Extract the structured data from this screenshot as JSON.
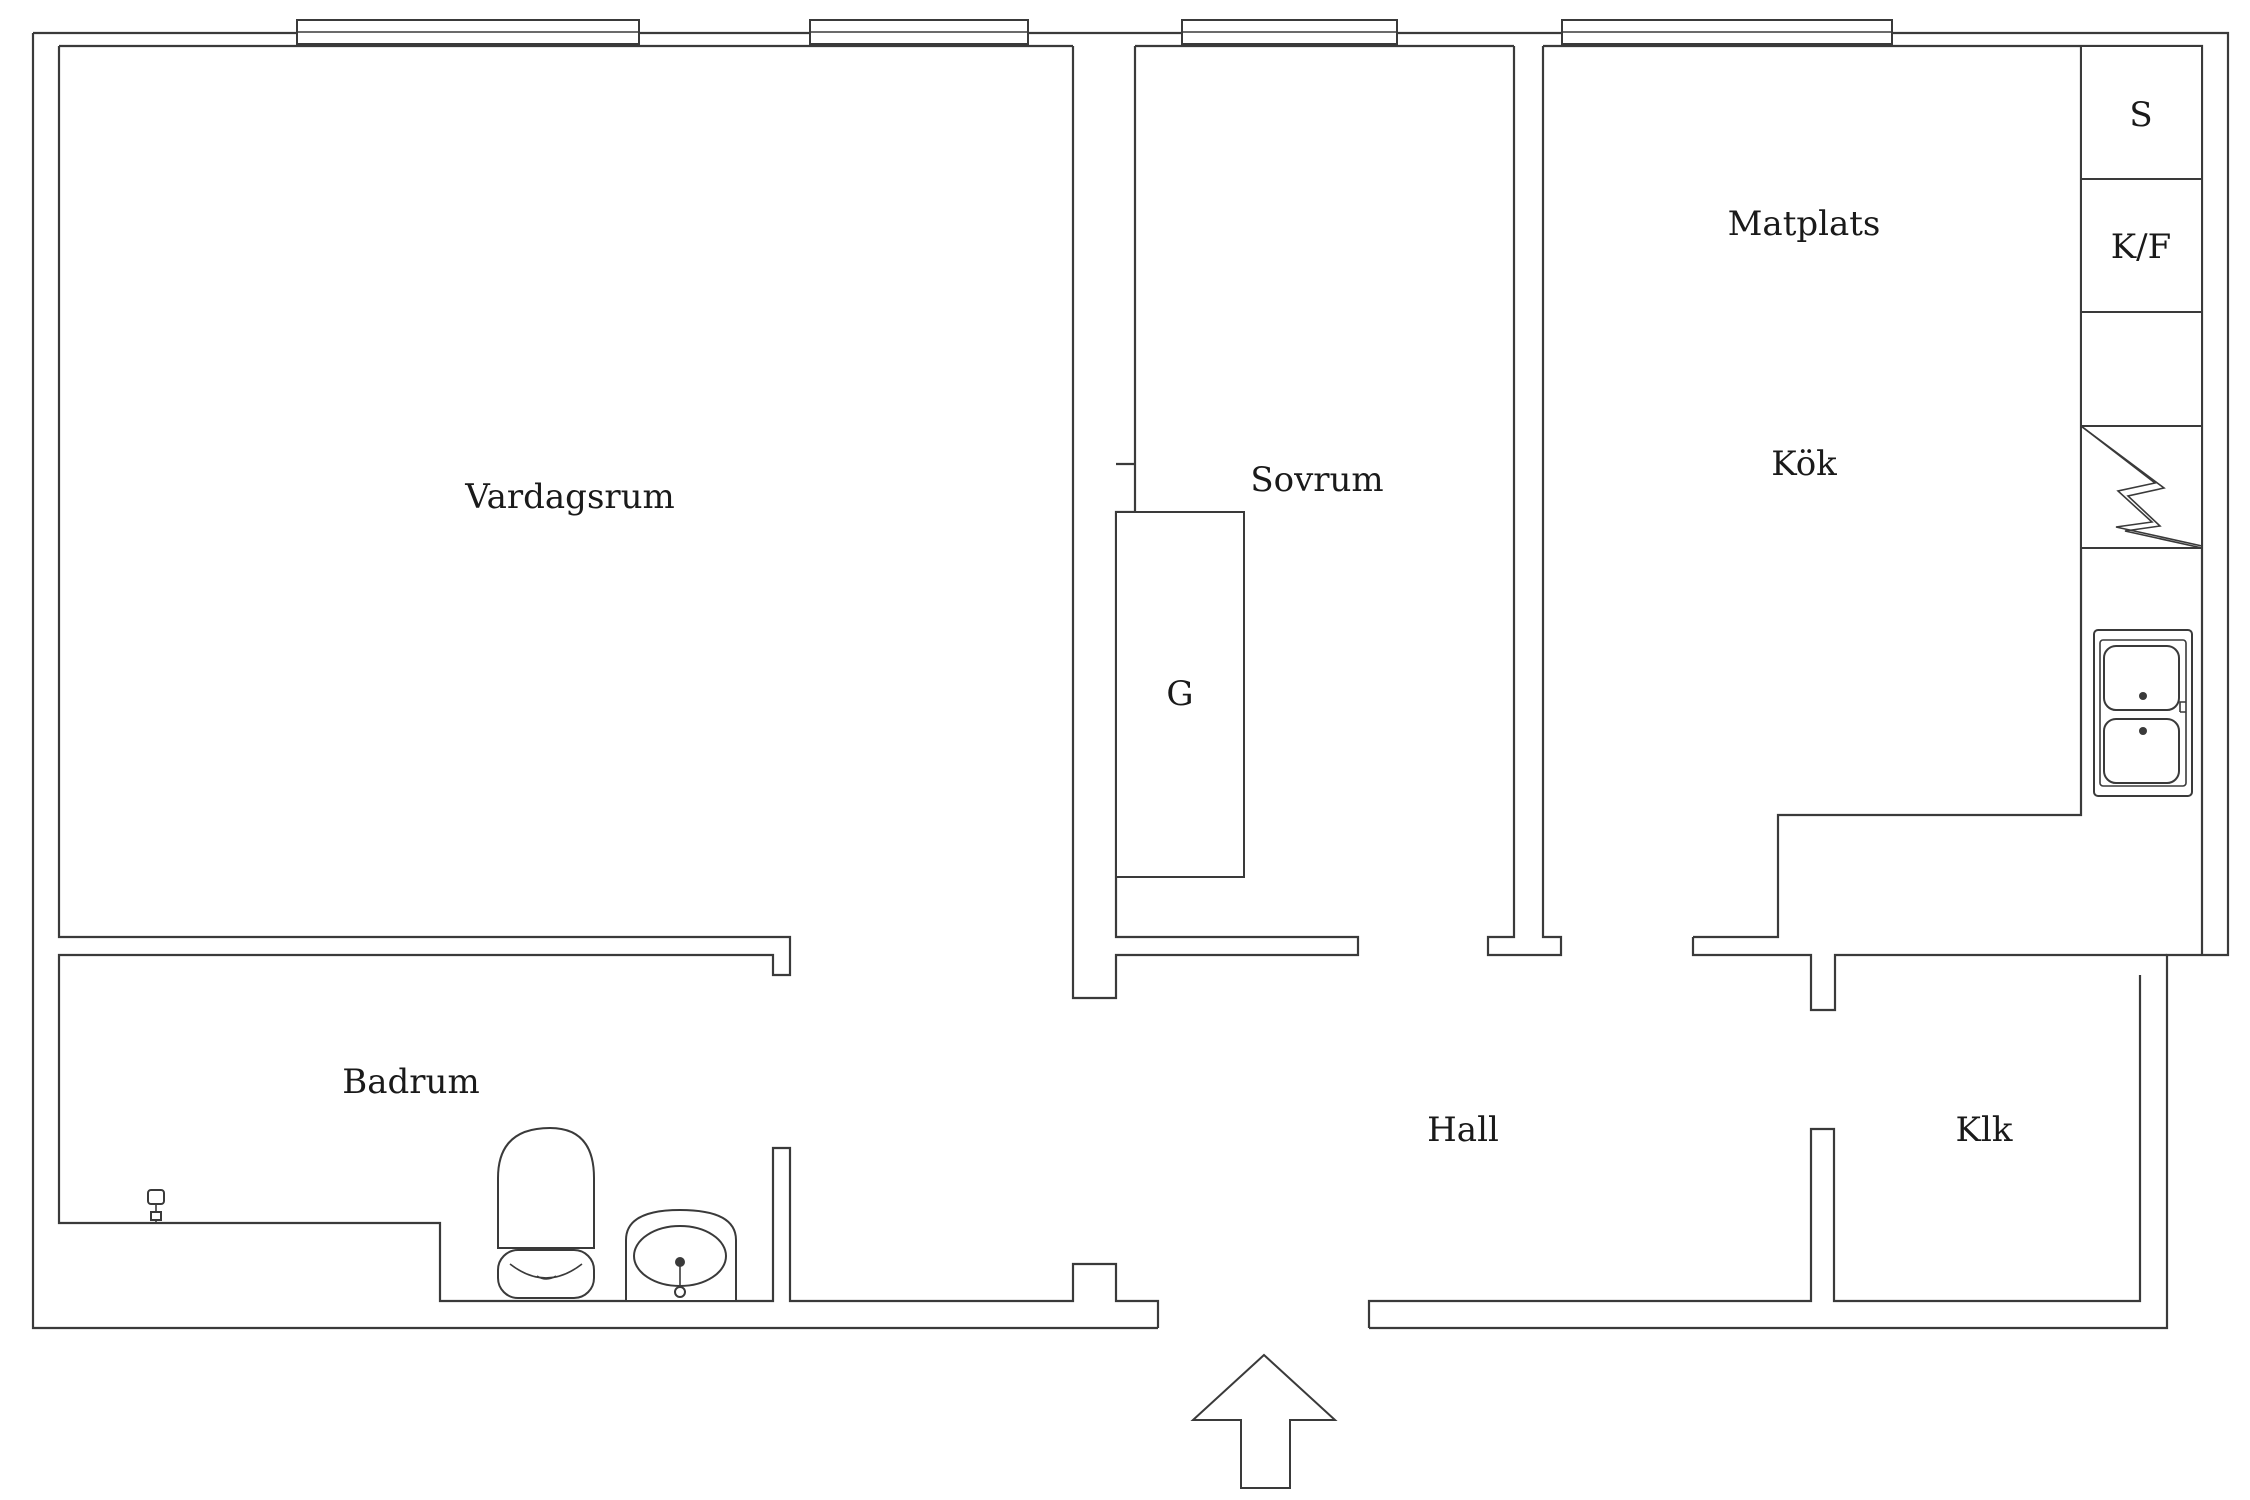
{
  "rooms": {
    "vardagsrum": "Vardagsrum",
    "sovrum": "Sovrum",
    "garderob": "G",
    "matplats": "Matplats",
    "kok": "Kök",
    "badrum": "Badrum",
    "hall": "Hall",
    "klk": "Klk"
  },
  "kitchen_units": {
    "freezer": "S",
    "fridge_freezer": "K/F"
  },
  "icons": {
    "entrance": "entrance-arrow-icon",
    "stove": "stove-icon",
    "sink": "double-sink-icon",
    "toilet": "toilet-icon",
    "washbasin": "washbasin-icon",
    "faucet": "faucet-icon"
  }
}
